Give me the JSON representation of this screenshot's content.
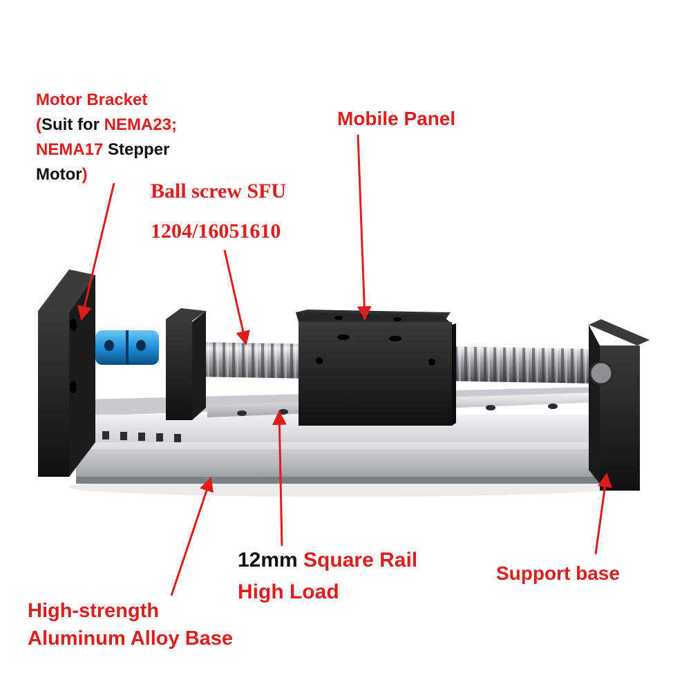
{
  "labels": {
    "motor_bracket": {
      "title": "Motor Bracket",
      "open_paren": "(",
      "suit_for": "Suit for ",
      "nema23": "NEMA23;",
      "nema17": "NEMA17",
      "stepper": " Stepper",
      "motor": "Motor",
      "close_paren": ")"
    },
    "mobile_panel": "Mobile Panel",
    "ball_screw_line1": "Ball screw SFU",
    "ball_screw_line2": "1204/16051610",
    "square_rail_line1_a": "12mm",
    "square_rail_line1_b": " Square Rail",
    "square_rail_line2": "High Load",
    "support_base": "Support base",
    "base_line1": "High-strength",
    "base_line2": "Aluminum Alloy Base"
  },
  "colors": {
    "label_red": "#e01d1d",
    "label_black": "#111111",
    "coupling_blue": "#1e8fd6",
    "anodized_black": "#141414",
    "aluminum": "#c9ccd0"
  }
}
